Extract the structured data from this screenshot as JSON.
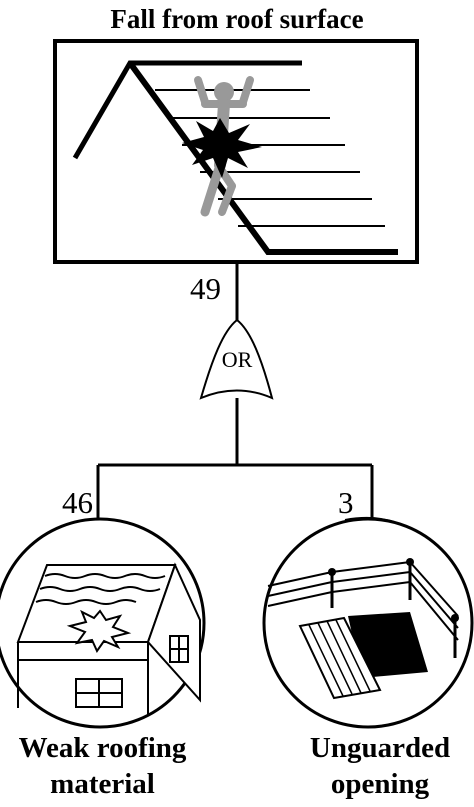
{
  "top_event": {
    "title": "Fall from roof surface",
    "count": "49"
  },
  "gate": {
    "type": "OR",
    "label": "OR"
  },
  "events": [
    {
      "line1": "Weak roofing",
      "line2": "material",
      "count": "46"
    },
    {
      "line1": "Unguarded",
      "line2": "opening",
      "count": "3"
    }
  ],
  "icons": [
    "falling-worker-icon",
    "weak-roof-house-icon",
    "unguarded-opening-icon"
  ],
  "colors": {
    "figure": "#999999",
    "line": "#000000",
    "background": "#ffffff"
  }
}
